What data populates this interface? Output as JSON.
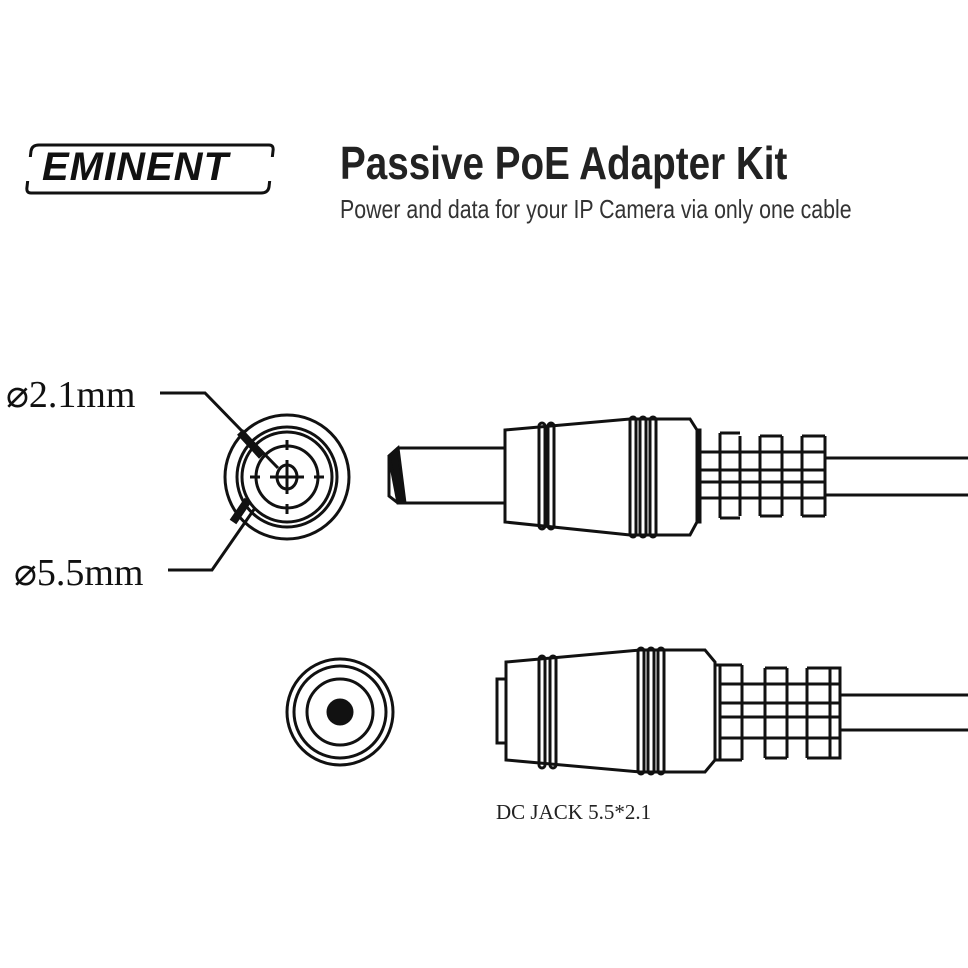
{
  "brand": {
    "logo_text": "EMINENT"
  },
  "header": {
    "title": "Passive PoE Adapter Kit",
    "subtitle": "Power and data for your IP Camera via only one cable"
  },
  "diagram": {
    "inner_diameter_label": "⌀2.1mm",
    "outer_diameter_label": "⌀5.5mm",
    "caption": "DC JACK 5.5*2.1"
  }
}
